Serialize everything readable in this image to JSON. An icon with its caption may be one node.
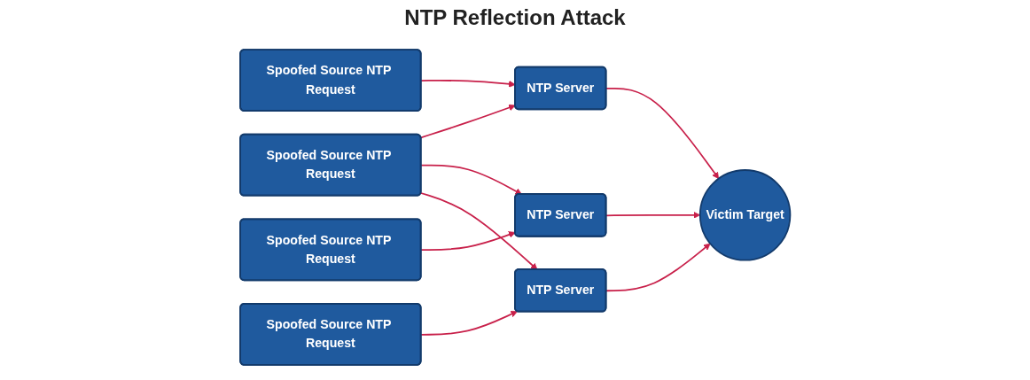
{
  "diagram": {
    "title": "NTP Reflection Attack",
    "nodes": [
      {
        "text": [
          "NTP Server"
        ]
      },
      {
        "text": [
          "NTP Server"
        ]
      },
      {
        "text": [
          "NTP Server"
        ]
      },
      {
        "text": [
          "Spoofed Source NTP Request"
        ]
      },
      {
        "text": [
          "Victim Target"
        ]
      },
      {
        "text": [
          "Spoofed Source NTP Request"
        ]
      },
      {
        "text": [
          "Spoofed Source NTP Request"
        ]
      },
      {
        "text": [
          "Spoofed Source NTP Request"
        ]
      }
    ],
    "edges": [
      {
        "from": 3,
        "to": 0,
        "arrow": "to"
      },
      {
        "from": 3,
        "to": 1,
        "arrow": "to"
      },
      {
        "from": 3,
        "to": 2,
        "arrow": "to"
      },
      {
        "from": 5,
        "to": 0,
        "arrow": "to"
      },
      {
        "from": 6,
        "to": 1,
        "arrow": "to"
      },
      {
        "from": 7,
        "to": 2,
        "arrow": "to"
      },
      {
        "from": 0,
        "to": 4,
        "arrow": "to"
      },
      {
        "from": 1,
        "to": 4,
        "arrow": "to"
      },
      {
        "from": 2,
        "to": 4,
        "arrow": "to"
      }
    ]
  }
}
